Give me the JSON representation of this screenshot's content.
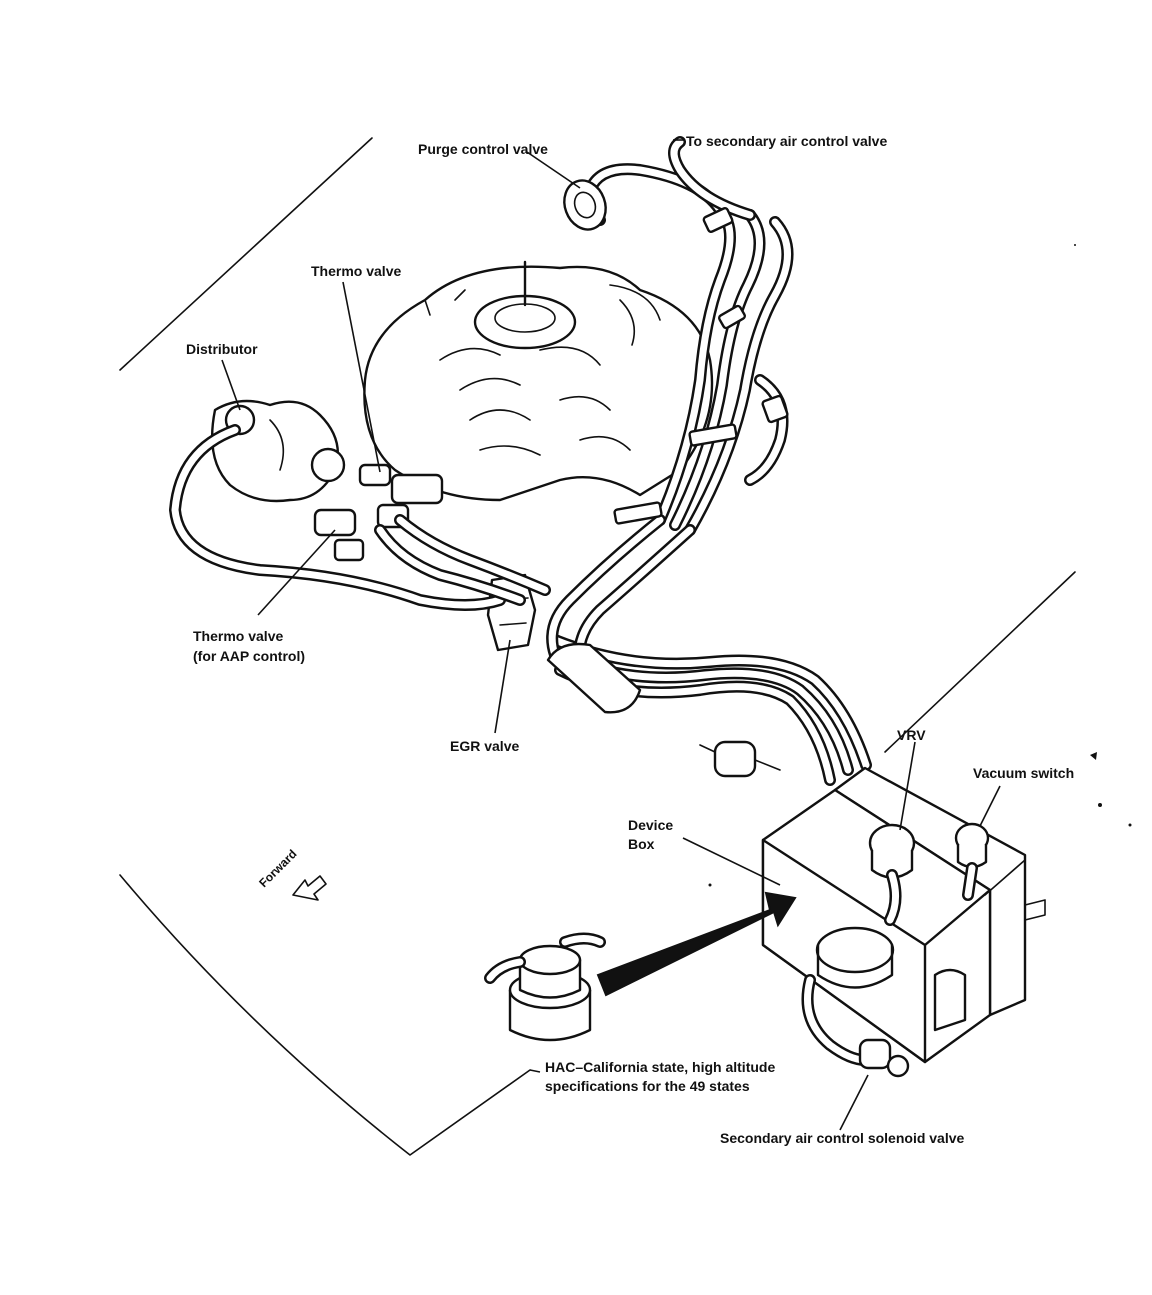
{
  "labels": {
    "purge_control_valve": "Purge control valve",
    "to_secondary_air_control_valve": "To secondary air control valve",
    "thermo_valve": "Thermo valve",
    "distributor": "Distributor",
    "thermo_valve_aap_line1": "Thermo valve",
    "thermo_valve_aap_line2": "(for AAP control)",
    "egr_valve": "EGR valve",
    "vrv": "VRV",
    "vacuum_switch": "Vacuum switch",
    "device_box_line1": "Device",
    "device_box_line2": "Box",
    "forward": "Forward",
    "hac_line1": "HAC–California state, high altitude",
    "hac_line2": "specifications for the 49 states",
    "secondary_air_control_solenoid_valve": "Secondary air control solenoid valve"
  },
  "colors": {
    "ink": "#111111",
    "paper": "#ffffff"
  }
}
